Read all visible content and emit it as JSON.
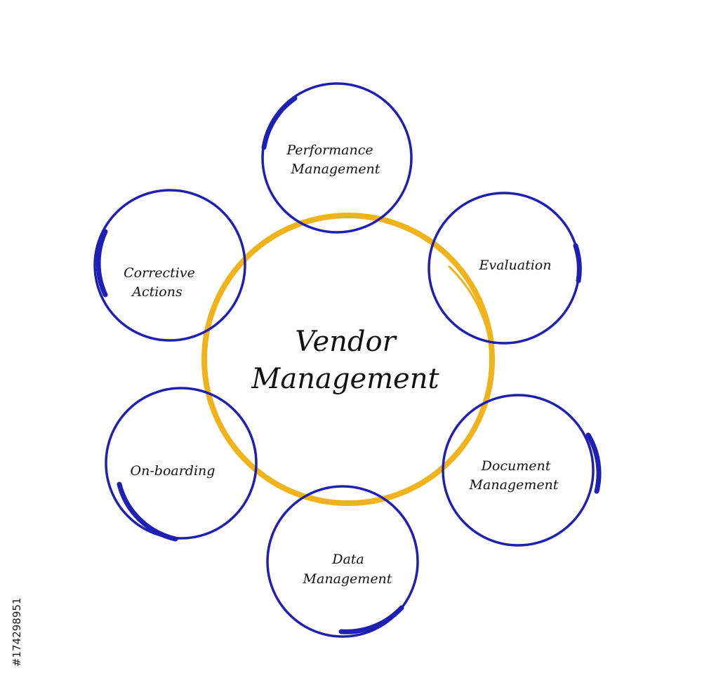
{
  "center": {
    "line1": "Vendor",
    "line2": "Management"
  },
  "nodes": [
    {
      "id": "performance",
      "line1": "Performance",
      "line2": "Management"
    },
    {
      "id": "evaluation",
      "line1": "Evaluation",
      "line2": ""
    },
    {
      "id": "document",
      "line1": "Document",
      "line2": "Management"
    },
    {
      "id": "data",
      "line1": "Data",
      "line2": "Management"
    },
    {
      "id": "onboarding",
      "line1": "On-boarding",
      "line2": ""
    },
    {
      "id": "corrective",
      "line1": "Corrective",
      "line2": "Actions"
    }
  ],
  "watermark": {
    "stock_id": "#174298951"
  },
  "colors": {
    "hub": "#f0b31c",
    "node": "#1f1fb4",
    "text": "#111111"
  }
}
